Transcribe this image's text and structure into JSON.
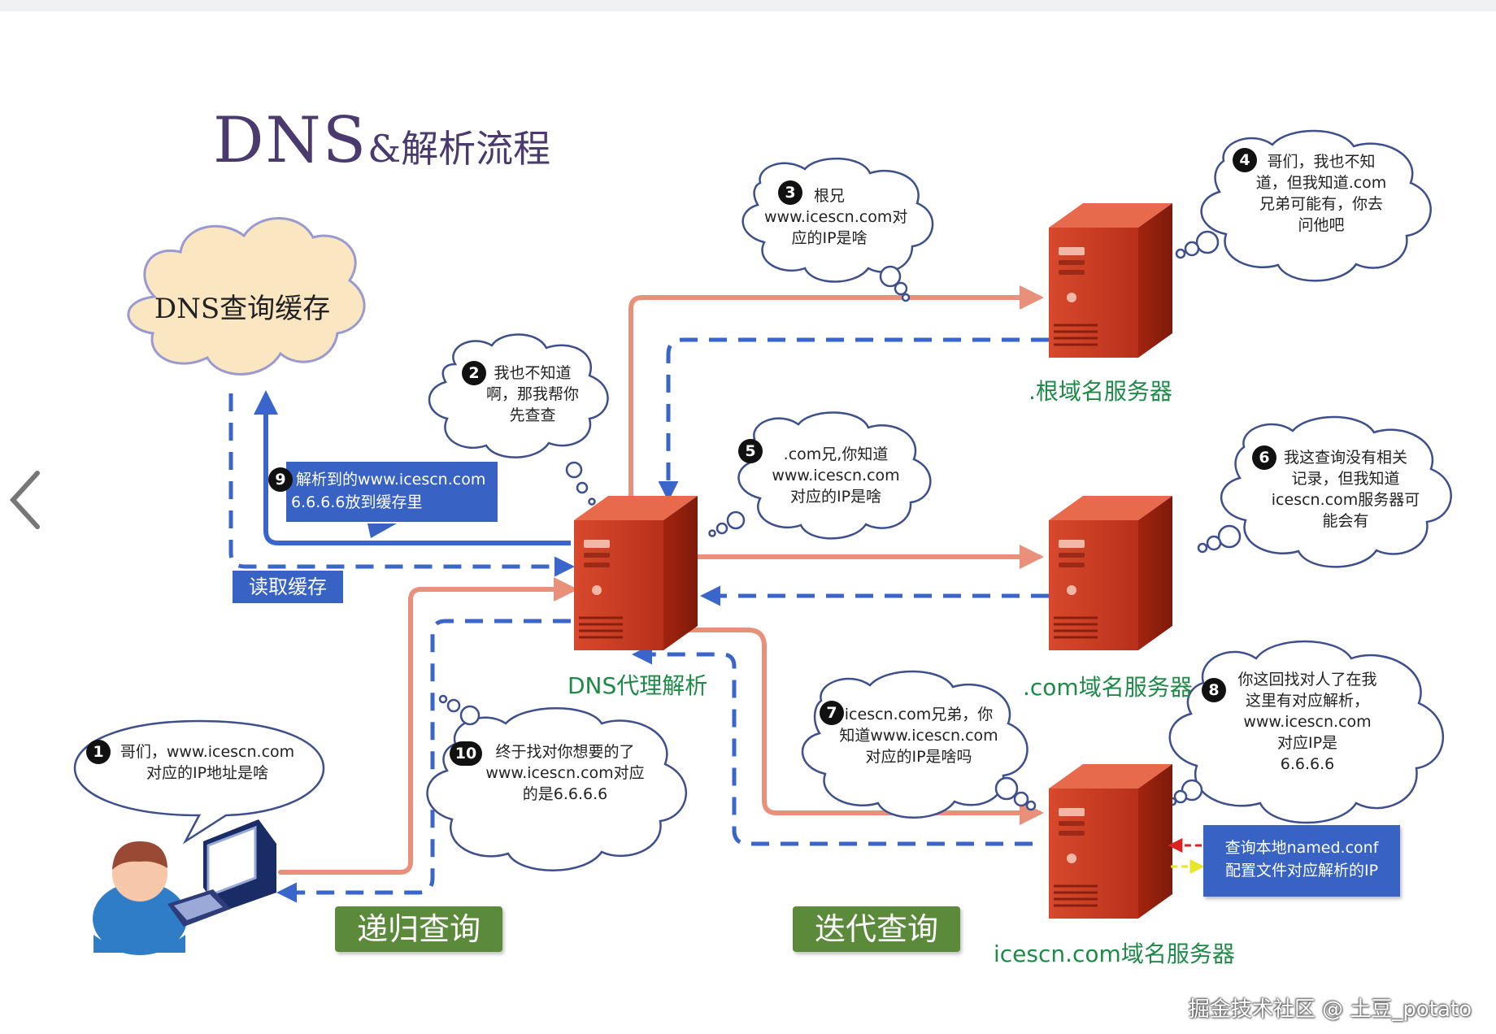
{
  "title": {
    "main": "DNS",
    "rest": "&解析流程"
  },
  "cache": {
    "label": "DNS查询缓存"
  },
  "proxy_label": "DNS代理解析",
  "servers": {
    "root": ".根域名服务器",
    "com": ".com域名服务器",
    "icescn": "icescn.com域名服务器"
  },
  "bubbles": [
    {
      "n": "1",
      "lines": [
        "哥们，www.icescn.com",
        "对应的IP地址是啥"
      ]
    },
    {
      "n": "2",
      "lines": [
        "我也不知道",
        "啊，那我帮你",
        "先查查"
      ]
    },
    {
      "n": "3",
      "lines": [
        "根兄",
        "www.icescn.com对",
        "应的IP是啥"
      ]
    },
    {
      "n": "4",
      "lines": [
        "哥们，我也不知",
        "道，但我知道.com",
        "兄弟可能有，你去",
        "问他吧"
      ]
    },
    {
      "n": "5",
      "lines": [
        ".com兄,你知道",
        "www.icescn.com",
        "对应的IP是啥"
      ]
    },
    {
      "n": "6",
      "lines": [
        "我这查询没有相关",
        "记录，但我知道",
        "icescn.com服务器可",
        "能会有"
      ]
    },
    {
      "n": "7",
      "lines": [
        "icescn.com兄弟，你",
        "知道www.icescn.com",
        "对应的IP是啥吗"
      ]
    },
    {
      "n": "8",
      "lines": [
        "你这回找对人了在我",
        "这里有对应解析，",
        "www.icescn.com",
        "对应IP是",
        "6.6.6.6"
      ]
    },
    {
      "n": "10",
      "lines": [
        "终于找对你想要的了",
        "www.icescn.com对应",
        "的是6.6.6.6"
      ]
    }
  ],
  "note9": {
    "n": "9",
    "lines": [
      "解析到的www.icescn.com",
      "6.6.6.6放到缓存里"
    ]
  },
  "read_cache": "读取缓存",
  "named_conf": {
    "lines": [
      "查询本地named.conf",
      "配置文件对应解析的IP"
    ]
  },
  "recursive": "递归查询",
  "iterative": "迭代查询",
  "watermark": "掘金技术社区 @ 土豆_potato",
  "colors": {
    "request_arrow": "#e8907a",
    "response_arrow": "#3a66cc",
    "server_red": "#c93a22",
    "label_green": "#1e8a47",
    "button_green": "#5b8a3a",
    "box_blue": "#3863c4",
    "title_purple": "#4a3a6e",
    "cloud_cache": "#fbe6c2"
  }
}
